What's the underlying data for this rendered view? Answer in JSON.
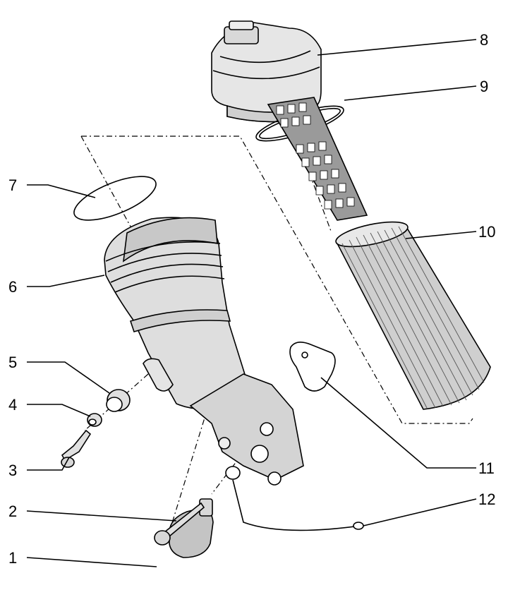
{
  "callouts": [
    {
      "id": 1,
      "label": "1"
    },
    {
      "id": 2,
      "label": "2"
    },
    {
      "id": 3,
      "label": "3"
    },
    {
      "id": 4,
      "label": "4"
    },
    {
      "id": 5,
      "label": "5"
    },
    {
      "id": 6,
      "label": "6"
    },
    {
      "id": 7,
      "label": "7"
    },
    {
      "id": 8,
      "label": "8"
    },
    {
      "id": 9,
      "label": "9"
    },
    {
      "id": 10,
      "label": "10"
    },
    {
      "id": 11,
      "label": "11"
    },
    {
      "id": 12,
      "label": "12"
    }
  ],
  "colors": {
    "part_fill": "#dcdcdc",
    "part_dark": "#b8b8b8",
    "mesh": "#888888",
    "line": "#000000"
  }
}
